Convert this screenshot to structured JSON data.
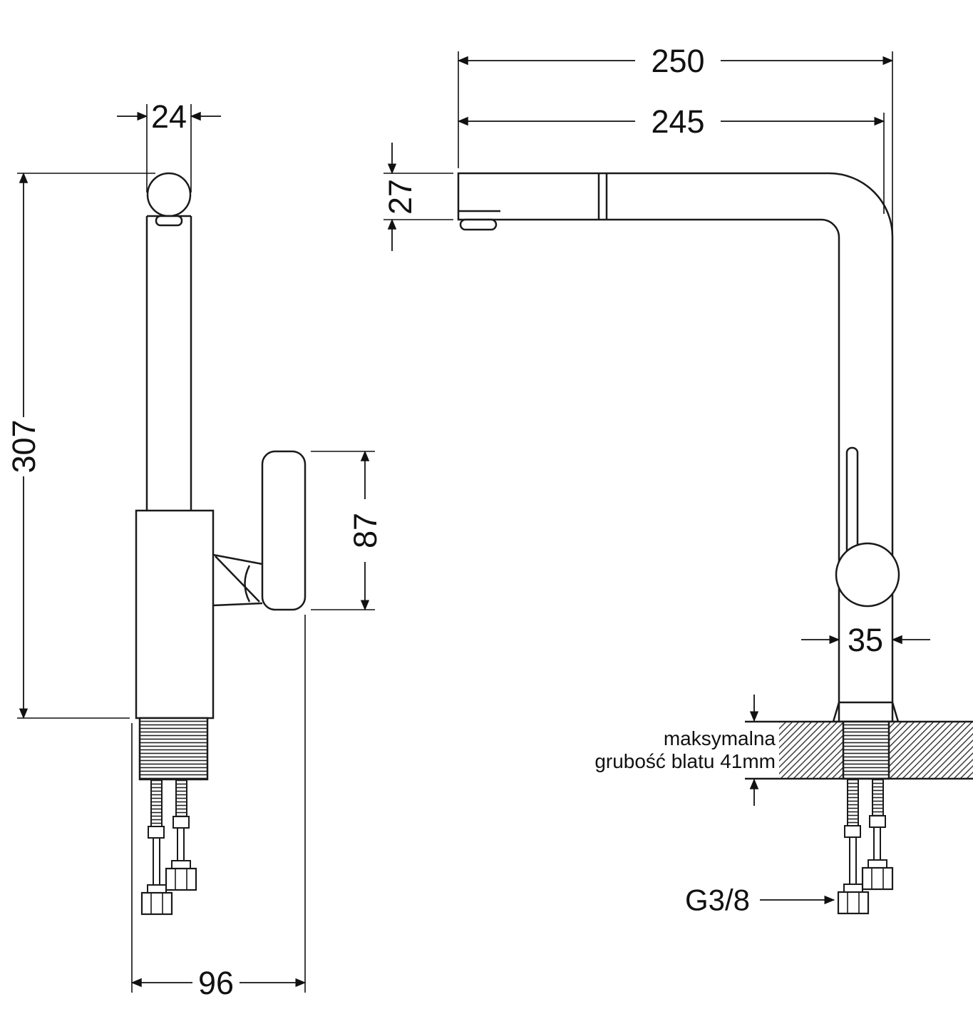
{
  "diagram": {
    "type": "technical-drawing",
    "subject": "kitchen pull-out faucet dimensional drawing, two orthographic views",
    "units": "mm",
    "dimensions": {
      "top_width": "24",
      "height": "307",
      "handle_height": "87",
      "base_depth": "96",
      "spout_total": "250",
      "spout_reach": "245",
      "spout_height": "27",
      "body_width": "35",
      "thread": "G3/8"
    },
    "notes": {
      "countertop_line1": "maksymalna",
      "countertop_line2": "grubość blatu 41mm"
    }
  }
}
